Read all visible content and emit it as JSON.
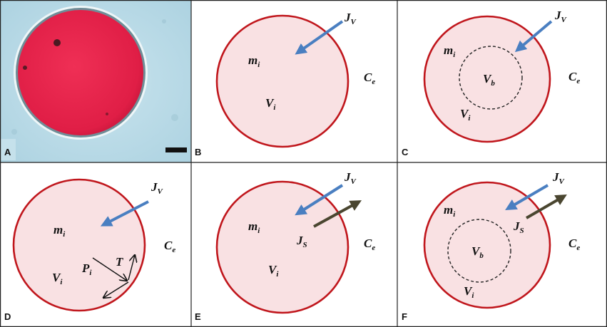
{
  "panels": [
    {
      "id": "A",
      "label": "A"
    },
    {
      "id": "B",
      "label": "B"
    },
    {
      "id": "C",
      "label": "C"
    },
    {
      "id": "D",
      "label": "D"
    },
    {
      "id": "E",
      "label": "E"
    },
    {
      "id": "F",
      "label": "F"
    }
  ],
  "symbols": {
    "J_V": {
      "main": "J",
      "sub": "V"
    },
    "J_S": {
      "main": "J",
      "sub": "S"
    },
    "m_i": {
      "main": "m",
      "sub": "i"
    },
    "V_i": {
      "main": "V",
      "sub": "i"
    },
    "V_b": {
      "main": "V",
      "sub": "b"
    },
    "C_e": {
      "main": "C",
      "sub": "e"
    },
    "P_i": {
      "main": "P",
      "sub": "i"
    },
    "T": {
      "main": "T",
      "sub": ""
    }
  },
  "colors": {
    "cell_fill": "#f9e1e3",
    "cell_membrane": "#c0161c",
    "water_flux_arrow": "#4a7fc1",
    "solute_flux_arrow": "#4a4630",
    "micrograph_background": "#b7d9e6",
    "micrograph_cell": "#e8234a"
  }
}
